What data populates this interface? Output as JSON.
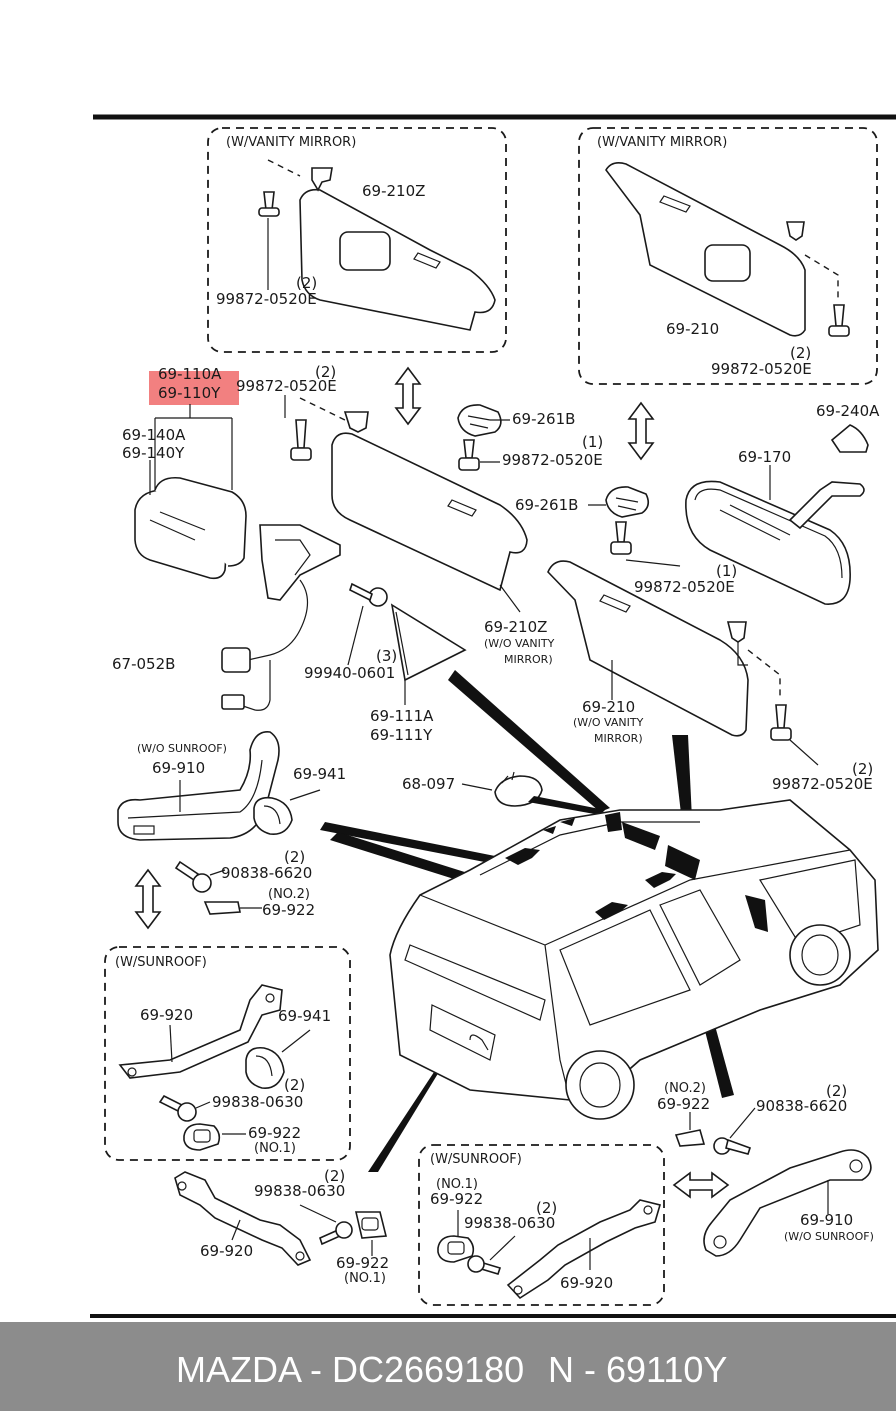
{
  "highlight": {
    "color": "#f28080"
  },
  "boxes": {
    "vanity_left": "(W/VANITY MIRROR)",
    "vanity_right": "(W/VANITY MIRROR)",
    "sunroof_left": "(W/SUNROOF)",
    "sunroof_right": "(W/SUNROOF)",
    "wo_sunroof_top": "(W/O SUNROOF)"
  },
  "labels": {
    "p69210Z_top": "69-210Z",
    "screw_qty_top_left": "(2)",
    "screw_top_left": "99872-0520E",
    "p69210_top": "69-210",
    "screw_qty_top_right": "(2)",
    "screw_top_right": "99872-0520E",
    "p69110A": "69-110A",
    "p69110Y": "69-110Y",
    "screw_qty_mid": "(2)",
    "screw_mid": "99872-0520E",
    "p69140A": "69-140A",
    "p69140Y": "69-140Y",
    "p69261B_a": "69-261B",
    "screw_qty_261": "(1)",
    "screw_261": "99872-0520E",
    "p69261B_b": "69-261B",
    "p69240A": "69-240A",
    "p69170": "69-170",
    "screw_qty_vis": "(1)",
    "screw_vis": "99872-0520E",
    "p67052B": "67-052B",
    "bolt_qty": "(3)",
    "bolt": "99940-0601",
    "p69210Z_mid": "69-210Z",
    "wo_vanity_a": "(W/O VANITY",
    "mirror_a": "MIRROR)",
    "p69210_mid": "69-210",
    "wo_vanity_b": "(W/O VANITY",
    "mirror_b": "MIRROR)",
    "p69111A": "69-111A",
    "p69111Y": "69-111Y",
    "screw_qty_r": "(2)",
    "screw_r": "99872-0520E",
    "p69910_a": "69-910",
    "p69941_a": "69-941",
    "p68097": "68-097",
    "screw_qty_90838_a": "(2)",
    "screw_90838_a": "90838-6620",
    "no2_a": "(NO.2)",
    "p69922_a": "69-922",
    "p69920_a": "69-920",
    "p69941_b": "69-941",
    "qty_99838_a": "(2)",
    "screw_99838_a": "99838-0630",
    "p69922_b": "69-922",
    "no1_a": "(NO.1)",
    "no2_b": "(NO.2)",
    "p69922_c": "69-922",
    "qty_90838_b": "(2)",
    "screw_90838_b": "90838-6620",
    "qty_99838_b": "(2)",
    "screw_99838_b": "99838-0630",
    "p69920_b": "69-920",
    "p69922_d": "69-922",
    "no1_b": "(NO.1)",
    "no1_c": "(NO.1)",
    "p69922_e": "69-922",
    "qty_99838_c": "(2)",
    "screw_99838_c": "99838-0630",
    "p69920_c": "69-920",
    "p69910_b": "69-910",
    "wo_sunroof_b": "(W/O SUNROOF)"
  },
  "footer": {
    "left": "MAZDA - DC2669180",
    "right": "N - 69110Y"
  }
}
